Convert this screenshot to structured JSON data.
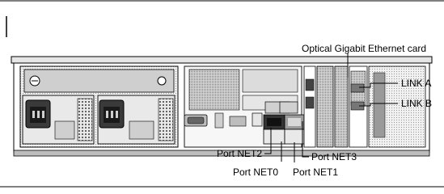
{
  "diagram": {
    "callouts": {
      "optical_card": "Optical Gigabit Ethernet card",
      "link_a": "LINK A",
      "link_b": "LINK B",
      "port_net2": "Port NET2",
      "port_net3": "Port NET3",
      "port_net0": "Port NET0",
      "port_net1": "Port NET1"
    }
  }
}
